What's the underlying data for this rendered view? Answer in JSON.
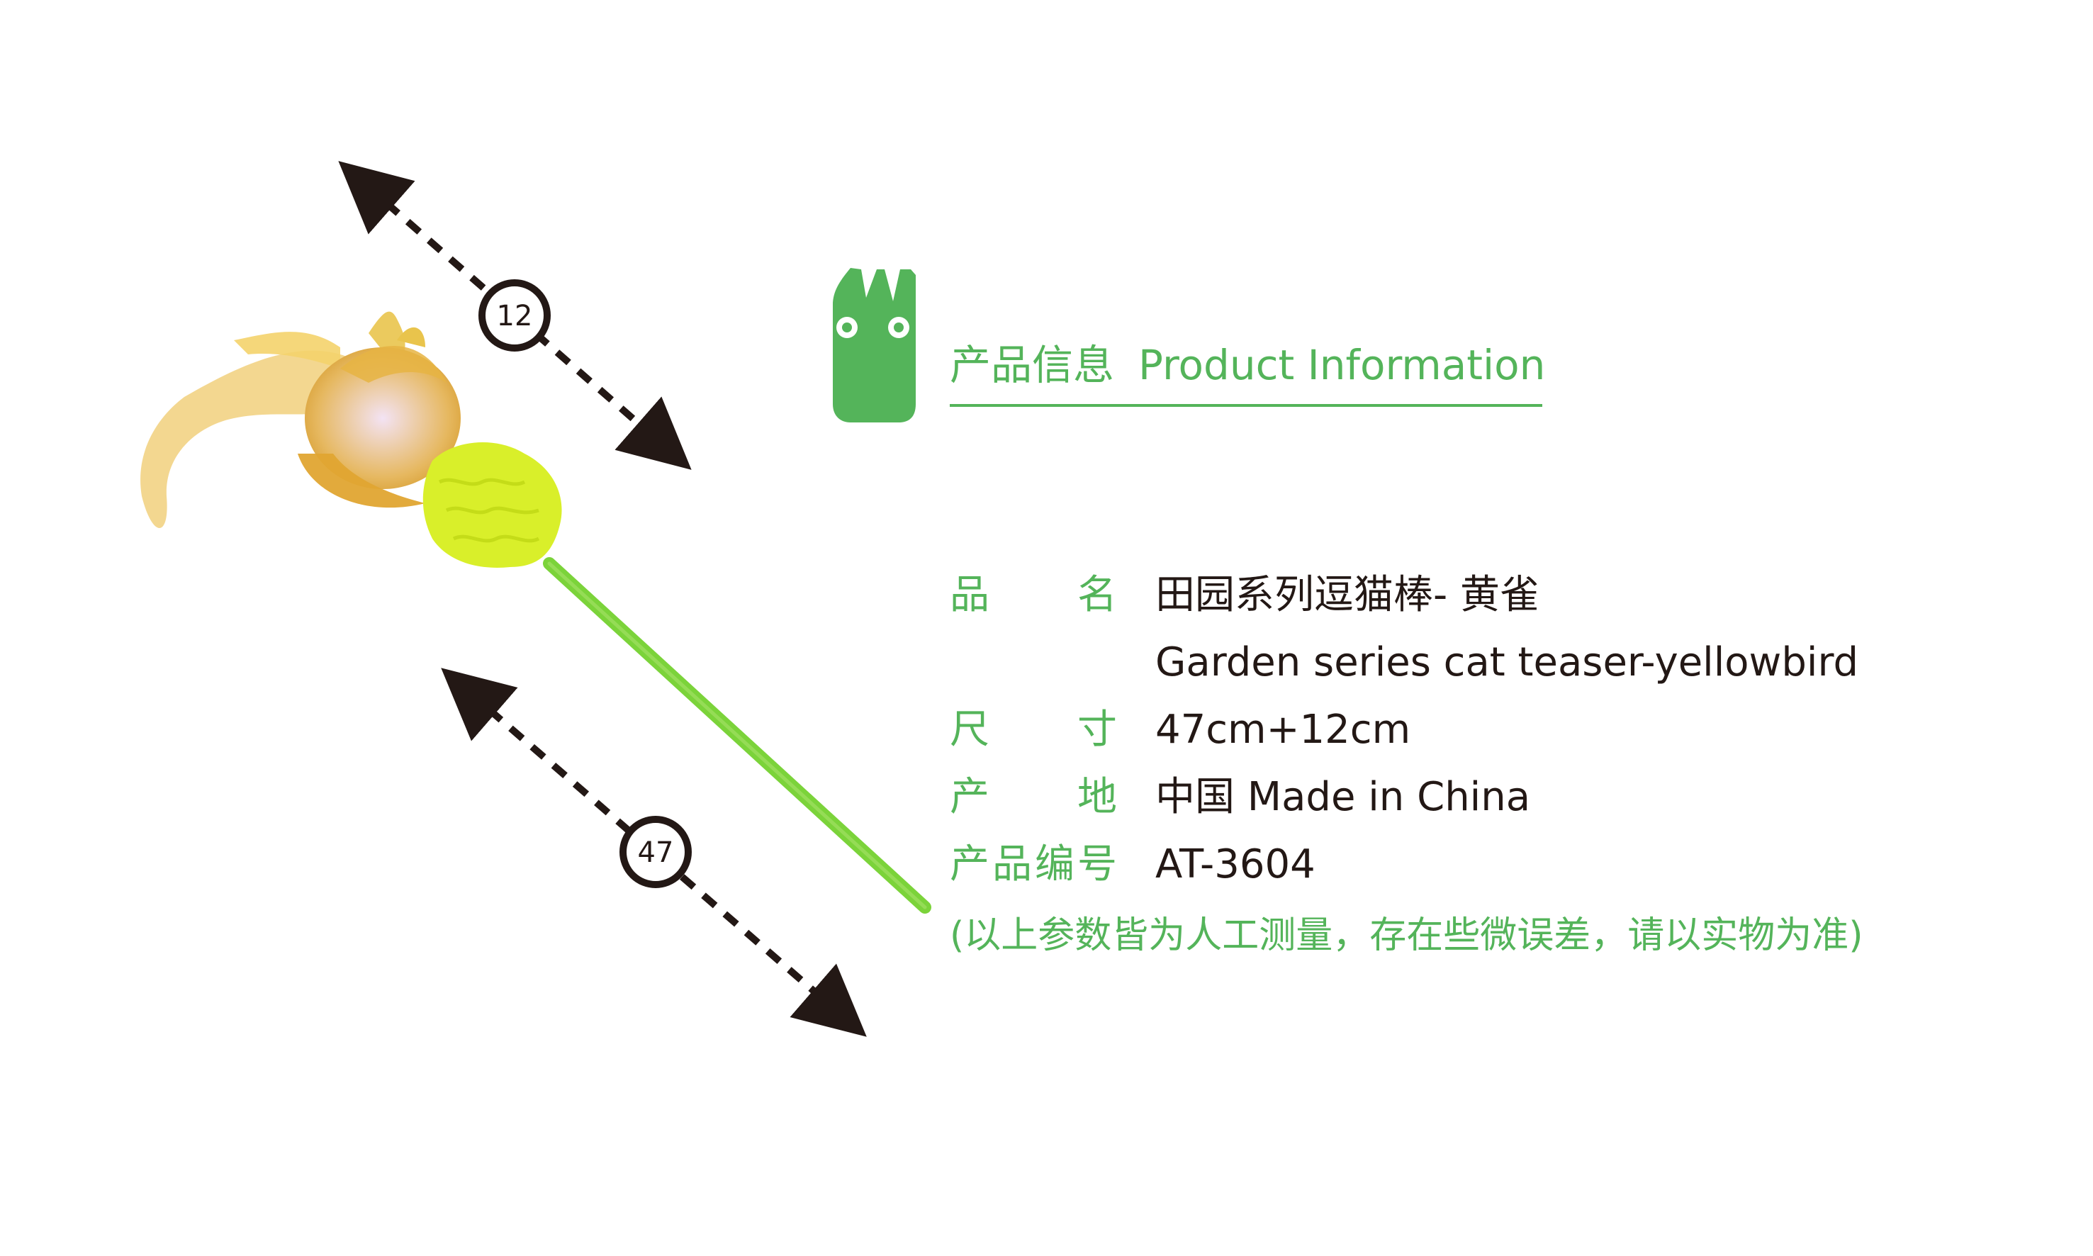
{
  "header": {
    "title_cn": "产品信息",
    "title_en": "Product Information"
  },
  "dimensions": {
    "short_label": "12",
    "long_label": "47"
  },
  "info": [
    {
      "label_chars": [
        "品",
        "名"
      ],
      "value": "田园系列逗猫棒- 黄雀"
    },
    {
      "label_chars": [],
      "value": "Garden series cat teaser-yellowbird"
    },
    {
      "label_chars": [
        "尺",
        "寸"
      ],
      "value": "47cm+12cm"
    },
    {
      "label_chars": [
        "产",
        "地"
      ],
      "value": "中国 Made in China"
    },
    {
      "label_chars": [
        "产",
        "品",
        "编",
        "号"
      ],
      "value": "AT-3604"
    }
  ],
  "note": "(以上参数皆为人工测量，存在些微误差，请以实物为准)",
  "colors": {
    "accent_green": "#54b45a",
    "text_dark": "#231815",
    "toy_yellow": "#d9ef2a",
    "stick_green": "#7bd33a"
  },
  "icons": [
    "green-mascot-icon",
    "dimension-arrow-icon"
  ]
}
